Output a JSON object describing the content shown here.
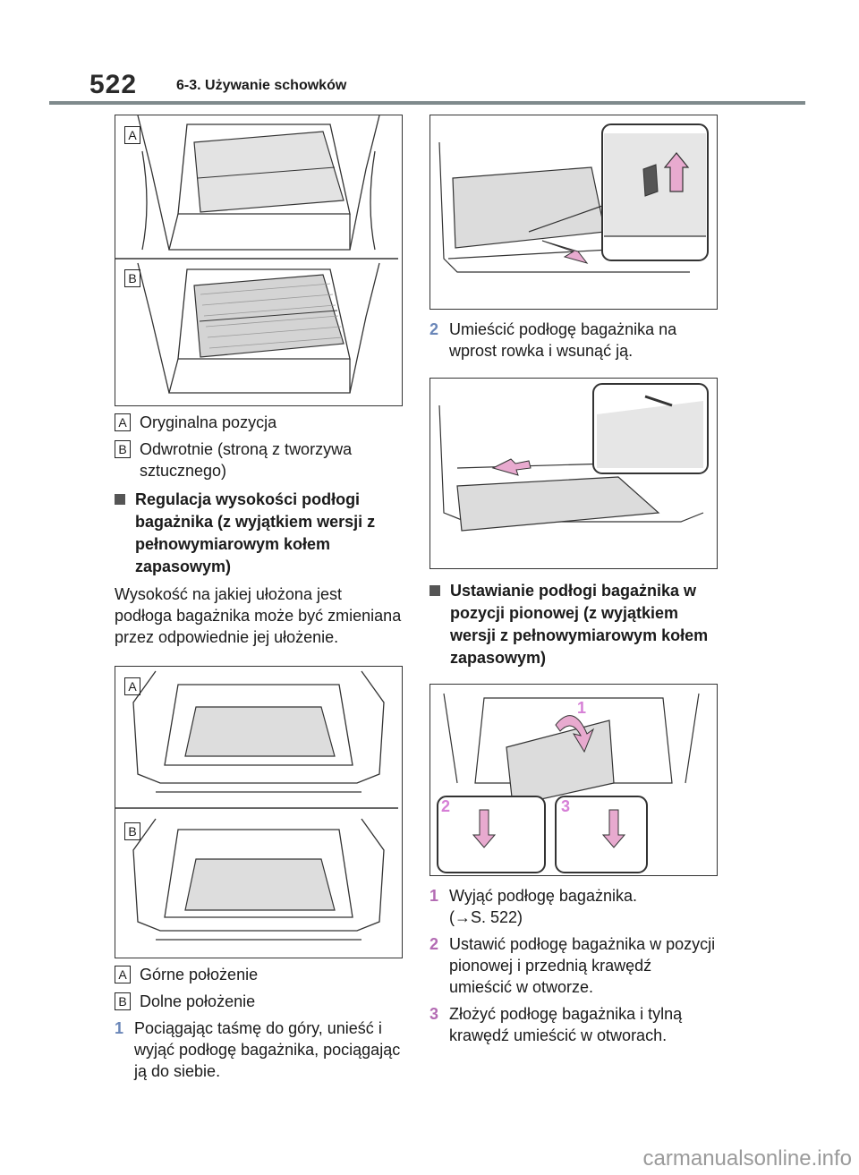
{
  "header": {
    "page_number": "522",
    "section": "6-3. Używanie schowków"
  },
  "left": {
    "fig1": {
      "label_a": "A",
      "label_b": "B"
    },
    "legend1": [
      {
        "letter": "A",
        "text": "Oryginalna pozycja"
      },
      {
        "letter": "B",
        "text": "Odwrotnie (stroną z tworzywa sztucznego)"
      }
    ],
    "subhead1": "Regulacja wysokości podłogi bagażnika (z wyjątkiem wersji z pełnowymiarowym kołem zapasowym)",
    "para1": "Wysokość na jakiej ułożona jest podłoga bagażnika może być zmieniana przez odpowiednie jej ułożenie.",
    "fig2": {
      "label_a": "A",
      "label_b": "B"
    },
    "legend2": [
      {
        "letter": "A",
        "text": "Górne położenie"
      },
      {
        "letter": "B",
        "text": "Dolne położenie"
      }
    ],
    "step1": {
      "num": "1",
      "text": "Pociągając taśmę do góry, unieść i wyjąć podłogę bagażnika, pociągając ją do siebie."
    }
  },
  "right": {
    "step2": {
      "num": "2",
      "text": "Umieścić podłogę bagażnika na wprost rowka i wsunąć ją."
    },
    "subhead2": "Ustawianie podłogi bagażnika w pozycji pionowej (z wyjątkiem wersji z pełnowymiarowym kołem zapasowym)",
    "fig5": {
      "callout1": "1",
      "callout2": "2",
      "callout3": "3"
    },
    "steps": [
      {
        "num": "1",
        "text": "Wyjąć podłogę bagażnika.",
        "ref": "(→S. 522)"
      },
      {
        "num": "2",
        "text": "Ustawić podłogę bagażnika w pozycji pionowej i przednią krawędź umieścić w otworze."
      },
      {
        "num": "3",
        "text": "Złożyć podłogę bagażnika i tylną krawędź umieścić w otworach."
      }
    ]
  },
  "watermark": "carmanualsonline.info",
  "colors": {
    "accent_pink": "#b36bb3",
    "accent_blue": "#6a86b8",
    "rule": "#7f8a8c",
    "panel": "#e6e6e6"
  }
}
